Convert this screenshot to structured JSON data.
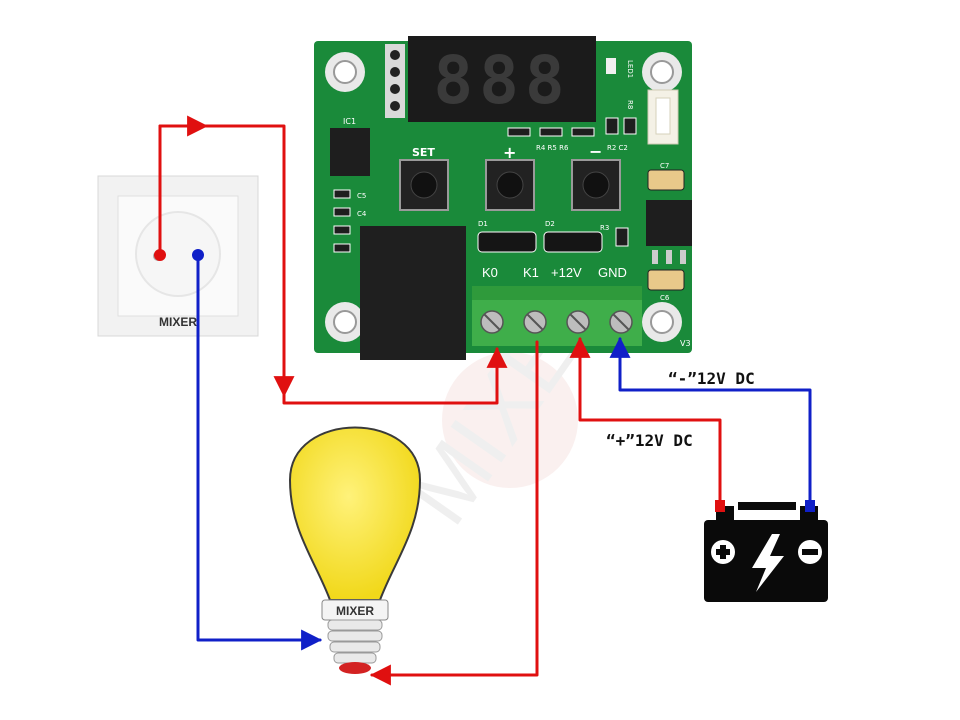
{
  "colors": {
    "pcb": "#1a8a3a",
    "terminal": "#3fae4a",
    "relay": "#1f1f1f",
    "wire_live": "#e01010",
    "wire_neutral": "#1020c8",
    "bulb": "#f7e32a",
    "battery": "#0a0a0a"
  },
  "icons": [
    "wall-socket-icon",
    "light-bulb-icon",
    "car-battery-icon",
    "lightning-bolt-icon",
    "plus-icon",
    "minus-icon"
  ],
  "board": {
    "display": "888",
    "button_label": "SET",
    "plus_sign": "+",
    "minus_sign": "−",
    "ic_label": "IC1",
    "led_label": "LED1",
    "version": "V3",
    "component_labels": [
      "R4",
      "R5",
      "R6",
      "R2",
      "C2",
      "C5",
      "C4",
      "C7",
      "C6",
      "D1",
      "D2",
      "R3",
      "R8"
    ],
    "terminals": [
      "K0",
      "K1",
      "+12V",
      "GND"
    ]
  },
  "socket": {
    "brand": "MIXER"
  },
  "bulb": {
    "brand": "MIXER"
  },
  "wires": {
    "minus_label": "“-”12V DC",
    "plus_label": "“+”12V DC"
  }
}
